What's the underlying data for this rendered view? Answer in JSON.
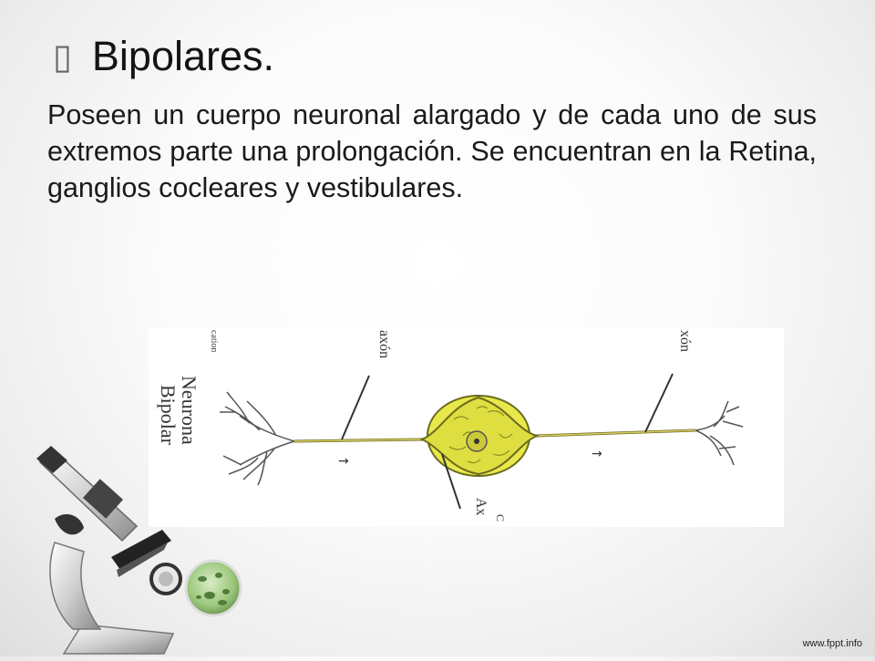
{
  "slide": {
    "title": "Bipolares.",
    "bullet_glyph": "▯",
    "body": "Poseen un cuerpo neuronal alargado y de cada uno de sus extremos parte una prolongación. Se encuentran en la Retina, ganglios cocleares y vestibulares.",
    "credit": "www.fppt.info"
  },
  "figure": {
    "side_title_1": "Neurona",
    "side_title_2": "Bipolar",
    "label_dendrita": "cation",
    "label_axon_left": "axón",
    "label_axon_right": "xón",
    "label_bottom": "Ax",
    "label_bottom_small": "C",
    "arrow_glyph": "→"
  },
  "colors": {
    "cell_body": "#e8e84a",
    "axon": "#d4cf5a",
    "lens_glass": "#a8c98a"
  },
  "icons": {
    "decoration": "microscope-icon",
    "petri": "petri-dish-icon"
  }
}
